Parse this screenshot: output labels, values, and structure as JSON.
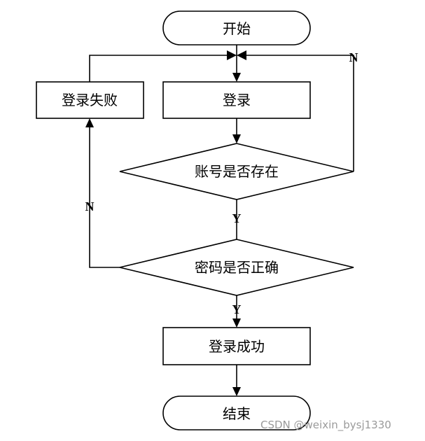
{
  "flowchart": {
    "nodes": {
      "start": "开始",
      "login": "登录",
      "login_failed": "登录失败",
      "account_exists": "账号是否存在",
      "password_correct": "密码是否正确",
      "login_success": "登录成功",
      "end": "结束"
    },
    "edge_labels": {
      "account_no": "N",
      "account_yes": "Y",
      "password_no": "N",
      "password_yes": "Y"
    }
  },
  "watermark": "CSDN @weixin_bysj1330",
  "colors": {
    "stroke": "#000000",
    "fill": "#ffffff",
    "watermark": "#9a9a9a"
  }
}
